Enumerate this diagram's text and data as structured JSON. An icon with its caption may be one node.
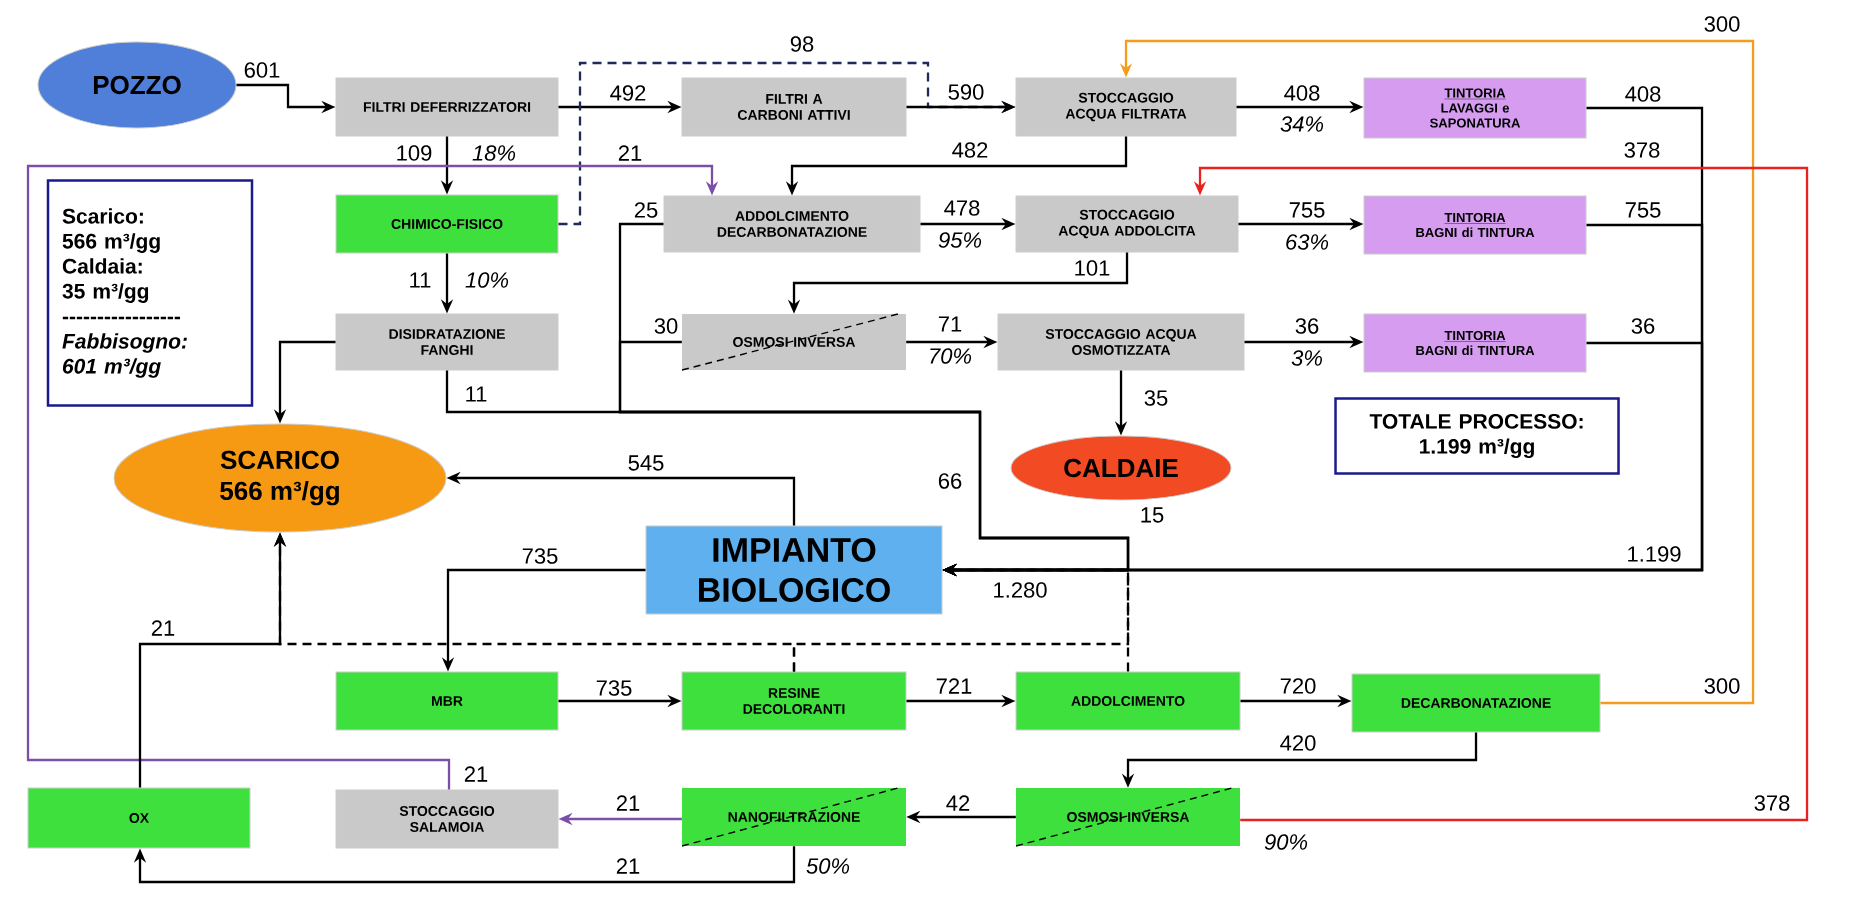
{
  "diagram": {
    "nodes": [
      {
        "text": [
          "POZZO"
        ]
      },
      {
        "text": [
          "FILTRI DEFERRIZZATORI"
        ]
      },
      {
        "text": [
          "FILTRI A CARBONI ATTIVI"
        ]
      },
      {
        "text": [
          "STOCCAGGIO ACQUA FILTRATA"
        ]
      },
      {
        "text": [
          "TINTORIA",
          "LAVAGGI e SAPONATURA"
        ]
      },
      {
        "text": [
          "Scarico:",
          "566 m³/gg",
          "Caldaia:",
          "35 m³/gg",
          "-----------------",
          "Fabbisogno:",
          "601 m³/gg"
        ]
      },
      {
        "text": [
          "CHIMICO-FISICO"
        ]
      },
      {
        "text": [
          "ADDOLCIMENTO DECARBONATAZIONE"
        ]
      },
      {
        "text": [
          "STOCCAGGIO ACQUA ADDOLCITA"
        ]
      },
      {
        "text": [
          "TINTORIA",
          "BAGNI di TINTURA"
        ]
      },
      {
        "text": [
          "DISIDRATAZIONE FANGHI"
        ]
      },
      {
        "text": [
          "OSMOSI INVERSA"
        ]
      },
      {
        "text": [
          "STOCCAGGIO ACQUA OSMOTIZZATA"
        ]
      },
      {
        "text": [
          "TINTORIA",
          "BAGNI di TINTURA"
        ]
      },
      {
        "text": [
          "SCARICO",
          "566 m³/gg"
        ]
      },
      {
        "text": [
          "CALDAIE"
        ]
      },
      {
        "text": [
          "TOTALE PROCESSO:",
          "1.199 m³/gg"
        ]
      },
      {
        "text": [
          "IMPIANTO BIOLOGICO"
        ]
      },
      {
        "text": [
          "MBR"
        ]
      },
      {
        "text": [
          "RESINE DECOLORANTI"
        ]
      },
      {
        "text": [
          "ADDOLCIMENTO"
        ]
      },
      {
        "text": [
          "DECARBONATAZIONE"
        ]
      },
      {
        "text": [
          "OX"
        ]
      },
      {
        "text": [
          "STOCCAGGIO SALAMOIA"
        ]
      },
      {
        "text": [
          "NANOFILTRAZIONE"
        ]
      },
      {
        "text": [
          "OSMOSI INVERSA"
        ]
      }
    ],
    "edges": [
      {
        "from": 0,
        "to": 1,
        "arrow": "to",
        "label": "601"
      },
      {
        "from": 1,
        "to": 2,
        "arrow": "to",
        "label": "492"
      },
      {
        "from": 1,
        "to": 6,
        "arrow": "to",
        "label": "109"
      },
      {
        "from": 6,
        "to": 3,
        "arrow": "to",
        "label": "98",
        "style": "dashed",
        "color": "#1f2a5a"
      },
      {
        "from": 2,
        "to": 3,
        "arrow": "to",
        "label": "590"
      },
      {
        "from": 3,
        "to": 4,
        "arrow": "to",
        "label": "408"
      },
      {
        "from": 3,
        "to": 7,
        "arrow": "to",
        "label": "482"
      },
      {
        "from": 23,
        "to": 7,
        "arrow": "to",
        "label": "21",
        "color": "#7b4fa8"
      },
      {
        "from": 6,
        "to": 10,
        "arrow": "to",
        "label": "11"
      },
      {
        "from": 7,
        "to": 8,
        "arrow": "to",
        "label": "478"
      },
      {
        "from": 8,
        "to": 9,
        "arrow": "to",
        "label": "755"
      },
      {
        "from": 8,
        "to": 11,
        "arrow": "to",
        "label": "101"
      },
      {
        "from": 11,
        "to": 12,
        "arrow": "to",
        "label": "71"
      },
      {
        "from": 12,
        "to": 13,
        "arrow": "to",
        "label": "36"
      },
      {
        "from": 12,
        "to": 15,
        "arrow": "to",
        "label": "35"
      },
      {
        "from": 10,
        "to": 14,
        "arrow": "to"
      },
      {
        "from": 10,
        "to": 17,
        "arrow": "to",
        "label": "11"
      },
      {
        "from": 11,
        "to": 17,
        "arrow": "to",
        "label": "30"
      },
      {
        "from": 7,
        "to": 17,
        "arrow": "to",
        "label": "25"
      },
      {
        "from": 4,
        "to": 17,
        "arrow": "to",
        "label": "408"
      },
      {
        "from": 9,
        "to": 17,
        "arrow": "to",
        "label": "755"
      },
      {
        "from": 13,
        "to": 17,
        "arrow": "to",
        "label": "36"
      },
      {
        "from": 17,
        "to": 14,
        "arrow": "to",
        "label": "545"
      },
      {
        "from": 17,
        "to": 18,
        "arrow": "to",
        "label": "735"
      },
      {
        "from": 18,
        "to": 19,
        "arrow": "to",
        "label": "735"
      },
      {
        "from": 19,
        "to": 20,
        "arrow": "to",
        "label": "721"
      },
      {
        "from": 20,
        "to": 21,
        "arrow": "to",
        "label": "720"
      },
      {
        "from": 21,
        "to": 3,
        "arrow": "to",
        "label": "300",
        "color": "#f39c1e"
      },
      {
        "from": 21,
        "to": 25,
        "arrow": "to",
        "label": "420"
      },
      {
        "from": 25,
        "to": 8,
        "arrow": "to",
        "label": "378",
        "color": "#e8231e"
      },
      {
        "from": 25,
        "to": 24,
        "arrow": "to",
        "label": "42"
      },
      {
        "from": 24,
        "to": 23,
        "arrow": "to",
        "label": "21",
        "color": "#7b4fa8"
      },
      {
        "from": 24,
        "to": 22,
        "arrow": "to",
        "label": "21"
      },
      {
        "from": 22,
        "to": 14,
        "arrow": "to",
        "label": "21"
      },
      {
        "from": 19,
        "to": 14,
        "arrow": "to",
        "style": "dashed"
      },
      {
        "from": 19,
        "to": 17,
        "arrow": "to",
        "style": "dashed"
      },
      {
        "from": 20,
        "to": 17,
        "arrow": "to",
        "label": "15",
        "style": "dashed"
      }
    ],
    "labels": [
      "300",
      "18%",
      "21",
      "378",
      "34%",
      "95%",
      "63%",
      "10%",
      "70%",
      "3%",
      "66",
      "1.199",
      "1.280",
      "90%",
      "50%"
    ]
  }
}
